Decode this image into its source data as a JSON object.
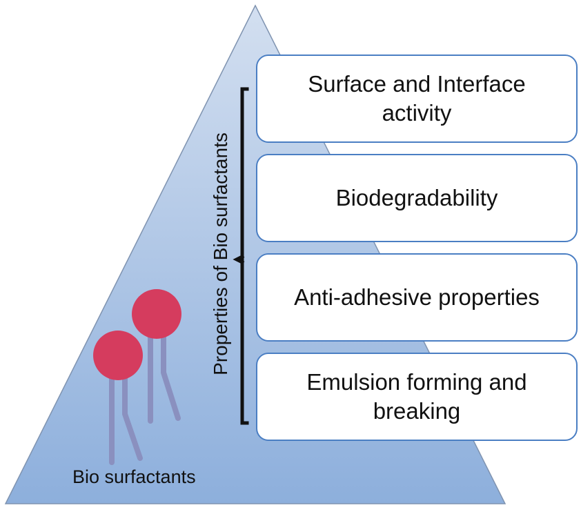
{
  "diagram": {
    "properties_label": "Properties of Bio surfactants",
    "base_label": "Bio surfactants",
    "properties": [
      "Surface and Interface\nactivity",
      "Biodegradability",
      "Anti-adhesive properties",
      "Emulsion forming and\nbreaking"
    ]
  },
  "colors": {
    "pyramid_top": "#cfdcef",
    "pyramid_bottom": "#8fb0dc",
    "pyramid_edge": "#7f93b0",
    "box_border": "#4a7ec3",
    "molecule_head": "#d53c5e",
    "molecule_tail": "#8a90bf",
    "bracket": "#111111"
  }
}
